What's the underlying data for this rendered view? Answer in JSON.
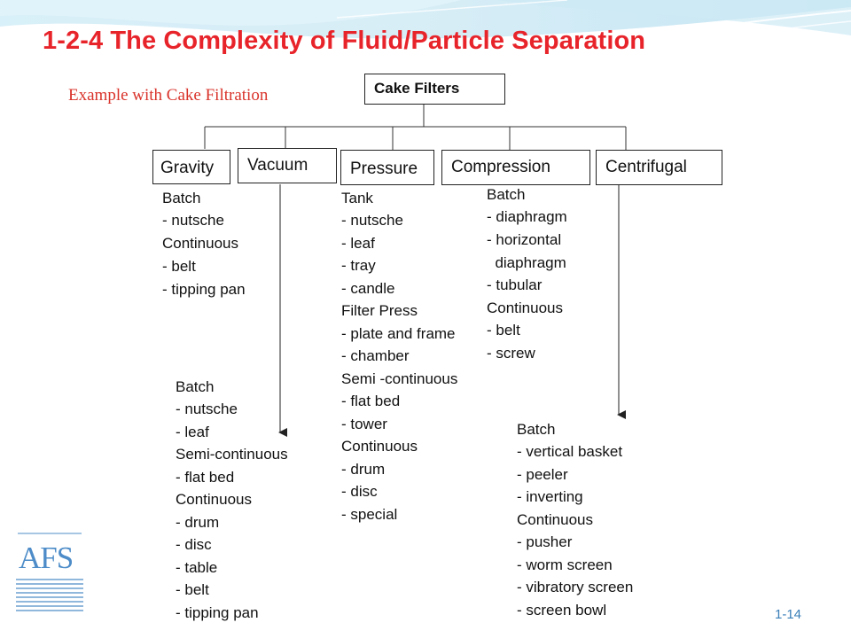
{
  "slide": {
    "title": "1-2-4 The Complexity of Fluid/Particle Separation",
    "subtitle": "Example with Cake Filtration",
    "page_number": "1-14"
  },
  "logo": {
    "text": "AFS"
  },
  "diagram": {
    "root": {
      "label": "Cake Filters"
    },
    "categories": [
      {
        "label": "Gravity"
      },
      {
        "label": "Vacuum"
      },
      {
        "label": "Pressure"
      },
      {
        "label": "Compression"
      },
      {
        "label": "Centrifugal"
      }
    ],
    "gravity_list": [
      "Batch",
      "- nutsche",
      "Continuous",
      "- belt",
      "- tipping pan"
    ],
    "vacuum_list": [
      "Batch",
      "- nutsche",
      "- leaf",
      "Semi-continuous",
      "- flat bed",
      "Continuous",
      "- drum",
      "- disc",
      "- table",
      "- belt",
      "- tipping pan"
    ],
    "pressure_list": [
      "Tank",
      "- nutsche",
      "- leaf",
      "- tray",
      "- candle",
      "Filter Press",
      "- plate and frame",
      "- chamber",
      "Semi -continuous",
      "- flat bed",
      "- tower",
      "Continuous",
      "- drum",
      "- disc",
      "- special"
    ],
    "compression_list": [
      "Batch",
      "- diaphragm",
      "- horizontal",
      "  diaphragm",
      "- tubular",
      "Continuous",
      "- belt",
      "- screw"
    ],
    "centrifugal_list": [
      "Batch",
      "- vertical basket",
      "- peeler",
      "- inverting",
      "Continuous",
      "- pusher",
      "- worm screen",
      "- vibratory screen",
      "- screen bowl"
    ]
  },
  "colors": {
    "title": "#e8242b",
    "subtitle": "#d9332b",
    "page_number": "#3a7fb8",
    "logo": "#4d8cc8",
    "header_wave": "#bfe3f2"
  }
}
